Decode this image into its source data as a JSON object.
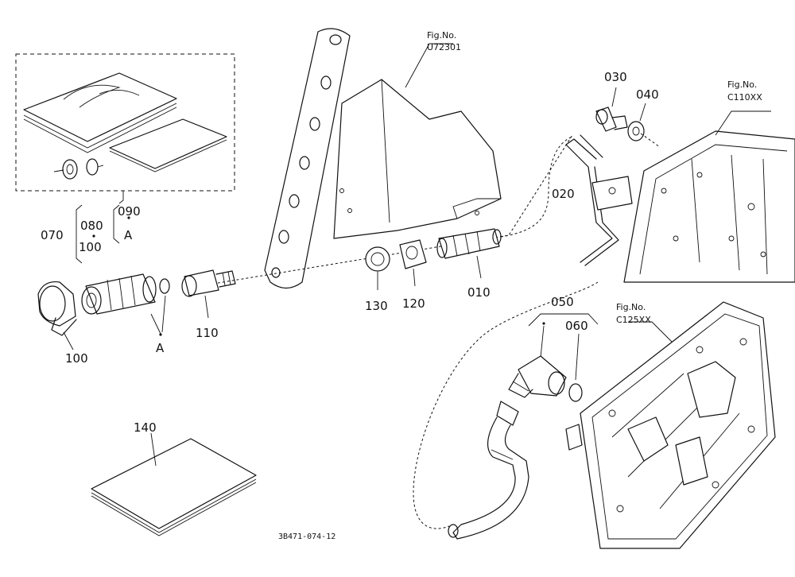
{
  "figure_refs": {
    "fig_u72301": {
      "line1": "Fig.No.",
      "line2": "U72301"
    },
    "fig_c110xx": {
      "line1": "Fig.No.",
      "line2": "C110XX"
    },
    "fig_c125xx": {
      "line1": "Fig.No.",
      "line2": "C125XX"
    }
  },
  "callouts": {
    "p010": "010",
    "p020": "020",
    "p030": "030",
    "p040": "040",
    "p050": "050",
    "p060": "060",
    "p070": "070",
    "p080": "080",
    "p090": "090",
    "p100a": "100",
    "p100b": "100",
    "p110": "110",
    "p120": "120",
    "p130": "130",
    "p140": "140"
  },
  "markers": {
    "a1": "A",
    "a2": "A"
  },
  "drawing_code": "3B471-074-12"
}
